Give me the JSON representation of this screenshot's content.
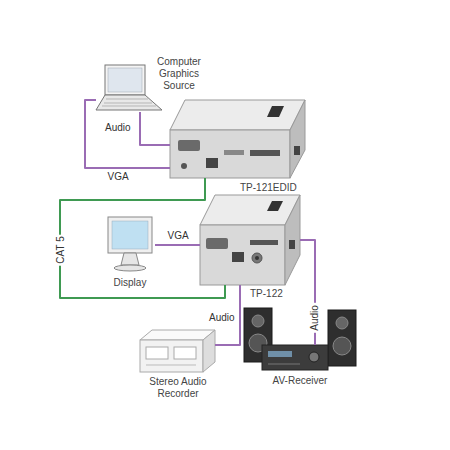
{
  "diagram": {
    "nodes": [
      {
        "text": [
          "Computer Graphics Source"
        ]
      },
      {
        "text": [
          "TP-121EDID"
        ]
      },
      {
        "text": [
          "Display"
        ]
      },
      {
        "text": [
          "TP-122"
        ]
      },
      {
        "text": [
          "Stereo Audio Recorder"
        ]
      },
      {
        "text": [
          "AV-Receiver"
        ]
      }
    ],
    "edges": [
      {
        "from": 0,
        "to": 1,
        "label": "VGA",
        "arrow": "none"
      },
      {
        "from": 0,
        "to": 1,
        "label": "Audio",
        "arrow": "none"
      },
      {
        "from": 1,
        "to": 3,
        "label": "CAT 5",
        "arrow": "none"
      },
      {
        "from": 3,
        "to": 2,
        "label": "VGA",
        "arrow": "none"
      },
      {
        "from": 3,
        "to": 4,
        "label": "Audio",
        "arrow": "none"
      },
      {
        "from": 3,
        "to": 5,
        "label": "Audio",
        "arrow": "none"
      }
    ]
  }
}
